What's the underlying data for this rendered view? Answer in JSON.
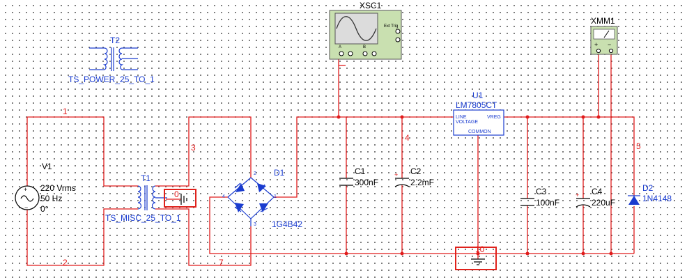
{
  "components": {
    "T2": {
      "name": "T2",
      "model": "TS_POWER_25_TO_1"
    },
    "T1": {
      "name": "T1",
      "model": "TS_MISC_25_TO_1"
    },
    "V1": {
      "name": "V1",
      "voltage": "220 Vrms",
      "frequency": "50 Hz",
      "phase": "0°"
    },
    "D1": {
      "name": "D1",
      "model": "1G4B42",
      "pin1": "1",
      "pin2": "2",
      "pin3": "3",
      "pin4": "4"
    },
    "C1": {
      "name": "C1",
      "value": "300nF"
    },
    "C2": {
      "name": "C2",
      "value": "2.2mF"
    },
    "C3": {
      "name": "C3",
      "value": "100nF"
    },
    "C4": {
      "name": "C4",
      "value": "220uF"
    },
    "U1": {
      "name": "U1",
      "model": "LM7805CT",
      "pin_line": "LINE",
      "pin_voltage": "VOLTAGE",
      "pin_vreg": "VREG",
      "pin_common": "COMMON"
    },
    "D2": {
      "name": "D2",
      "model": "1N4148"
    },
    "XSC1": {
      "name": "XSC1",
      "ext_trig": "Ext Trig",
      "ch_a": "A",
      "ch_b": "B"
    },
    "XMM1": {
      "name": "XMM1",
      "plus": "+",
      "minus": "−"
    }
  },
  "nets": {
    "n1": "1",
    "n2": "2",
    "n3": "3",
    "n4": "4",
    "n5": "5",
    "n7": "7",
    "n0": "0",
    "n10": "10"
  },
  "colors": {
    "wire": "#e01b1b",
    "label": "#1a3ccf",
    "highlight": "#e0211b",
    "instrument": "#c9e0b0"
  }
}
